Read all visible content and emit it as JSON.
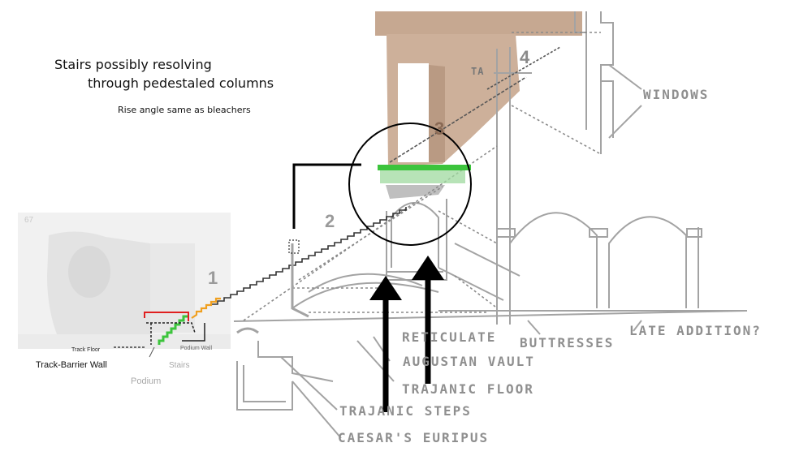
{
  "notes": {
    "line1": "Stairs possibly resolving",
    "line2": "through pedestaled columns",
    "line3": "Rise angle same as bleachers"
  },
  "level_numbers": [
    "1",
    "2",
    "3",
    "4"
  ],
  "section_labels": {
    "ta": "TA",
    "windows": "WINDOWS",
    "reticulate": "RETICULATE",
    "augustan_vault": "AUGUSTAN VAULT",
    "trajanic_floor": "TRAJANIC FLOOR",
    "trajanic_steps": "TRAJANIC STEPS",
    "caesars_euripus": "CAESAR'S EURIPUS",
    "buttresses": "BUTTRESSES",
    "late_addition": "LATE ADDITION?"
  },
  "inset": {
    "sheet_number": "67",
    "track_floor": "Track Floor",
    "track_barrier_wall": "Track-Barrier Wall",
    "podium_wall": "Podium Wall",
    "stairs": "Stairs",
    "podium": "Podium"
  },
  "colors": {
    "line_gray": "#a3a3a3",
    "stone_tan": "#c9a98f",
    "highlight_green": "#3cc43c",
    "inset_red": "#e02020",
    "inset_orange": "#f0a020",
    "ink": "#111111"
  }
}
